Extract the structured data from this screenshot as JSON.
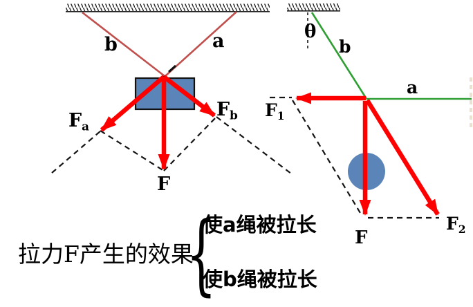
{
  "figure": {
    "left": {
      "rope_b": "b",
      "rope_a": "a",
      "force_a_base": "F",
      "force_a_sub": "a",
      "force_b_base": "F",
      "force_b_sub": "b",
      "force_f": "F"
    },
    "right": {
      "angle": "θ",
      "rope_b": "b",
      "rope_a": "a",
      "force_1_base": "F",
      "force_1_sub": "1",
      "force_2_base": "F",
      "force_2_sub": "2",
      "force_f": "F"
    }
  },
  "caption": {
    "lead": "拉力F产生的效果",
    "brace": "{",
    "effects": [
      "使a绳被拉长",
      "使b绳被拉长"
    ]
  },
  "colors": {
    "arrow_red": "#fe0000",
    "rope_red": "#c0504d",
    "rope_green": "#2f9e33",
    "block_blue": "#5b84b8",
    "text_black": "#000000"
  }
}
